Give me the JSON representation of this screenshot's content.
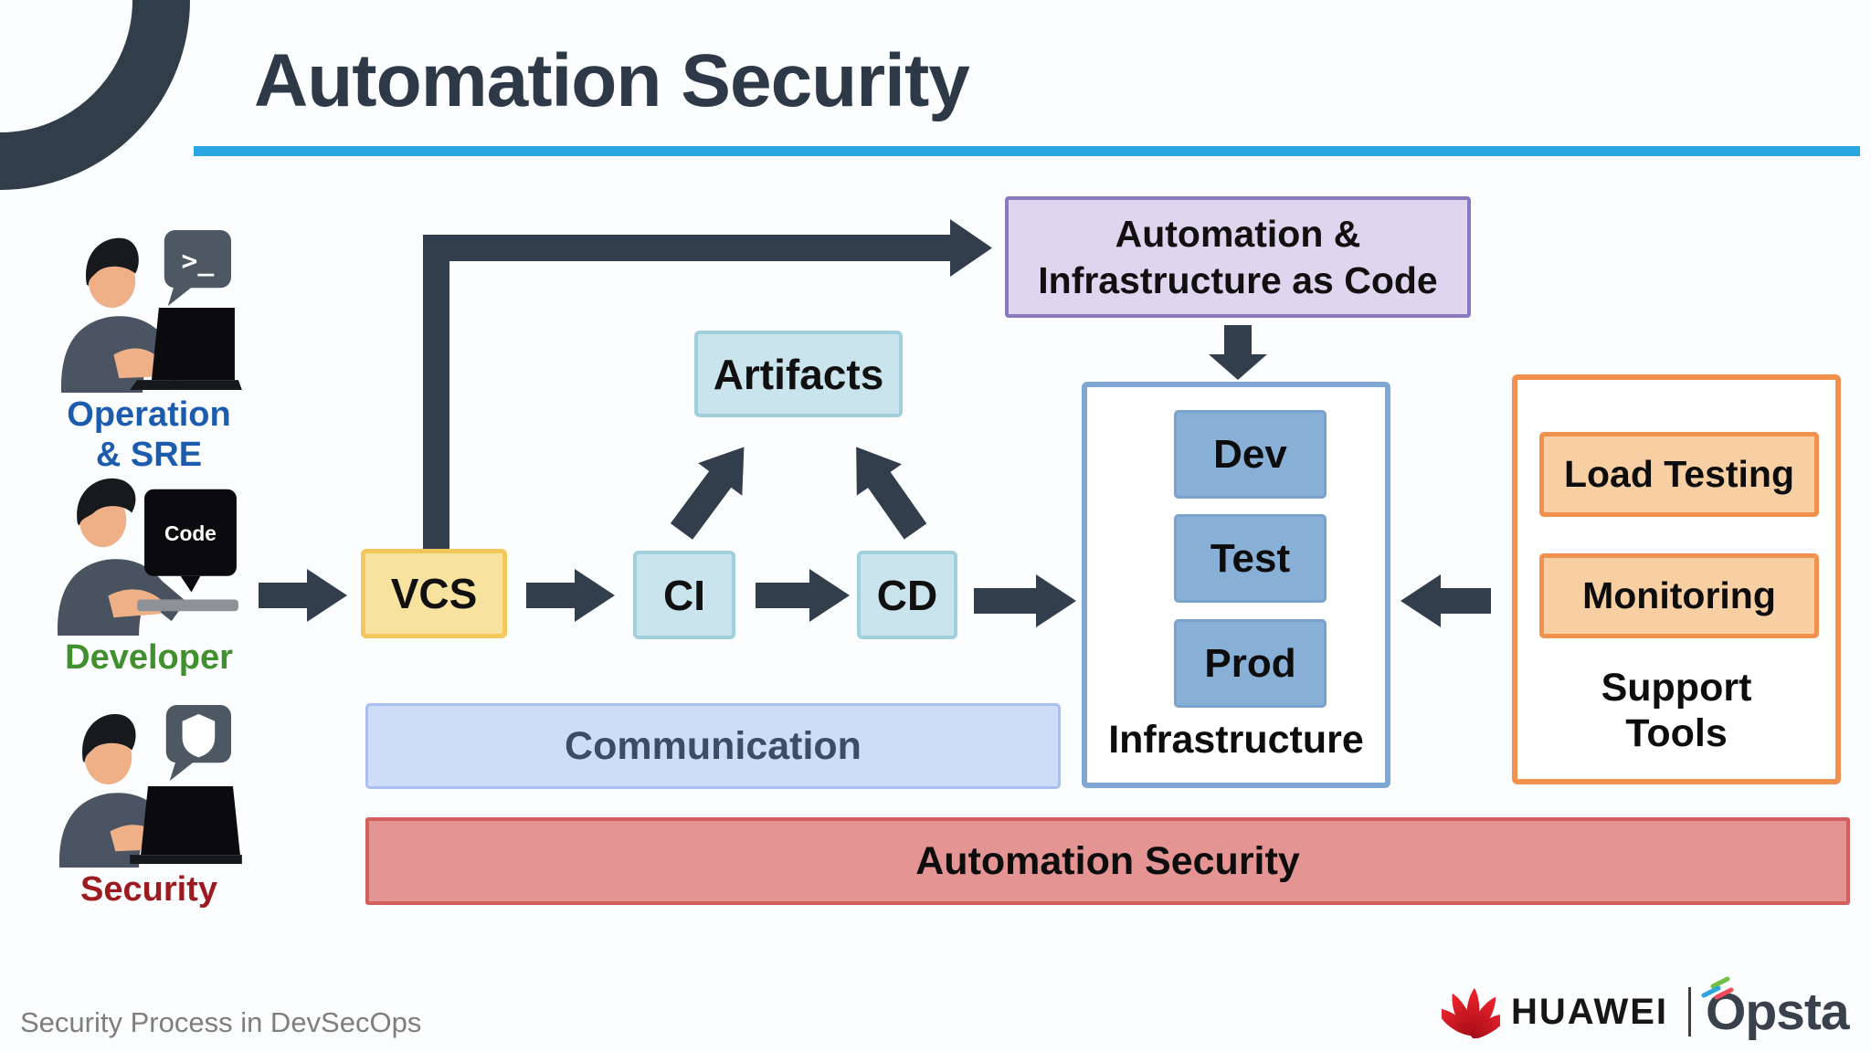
{
  "slide": {
    "title": "Automation Security",
    "footer_caption": "Security Process in DevSecOps",
    "brand": {
      "huawei": "HUAWEI",
      "opsta": "Opsta"
    }
  },
  "personas": [
    {
      "id": "operation-sre",
      "label_lines": [
        "Operation",
        "& SRE"
      ],
      "label_color": "#1c5cae",
      "bubble": "terminal-prompt"
    },
    {
      "id": "developer",
      "label_lines": [
        "Developer"
      ],
      "label_color": "#41902e",
      "monitor_label": "Code"
    },
    {
      "id": "security",
      "label_lines": [
        "Security"
      ],
      "label_color": "#9d1b1f",
      "bubble": "shield"
    }
  ],
  "pipeline": {
    "terminal_glyph": ">_",
    "vcs": "VCS",
    "ci": "CI",
    "cd": "CD",
    "artifacts": "Artifacts",
    "iac_lines": [
      "Automation &",
      "Infrastructure as Code"
    ],
    "infrastructure": {
      "label": "Infrastructure",
      "environments": [
        "Dev",
        "Test",
        "Prod"
      ]
    },
    "support_tools": {
      "label_lines": [
        "Support",
        "Tools"
      ],
      "items": [
        "Load Testing",
        "Monitoring"
      ]
    },
    "communication": "Communication",
    "automation_security": "Automation Security"
  },
  "colors": {
    "title_text": "#2e3947",
    "title_underline": "#28a7e2",
    "arrow": "#333e4c",
    "vcs_fill": "#f8e2a0",
    "vcs_border": "#f3c75b",
    "cicd_fill": "#c9e4ec",
    "cicd_border": "#a2cfdc",
    "iac_fill": "#ded5ee",
    "iac_border": "#8a78c0",
    "env_fill": "#88afd6",
    "infrastructure_border": "#7ea7d3",
    "support_border": "#f0914e",
    "support_item_fill": "#f8cfa2",
    "communication_fill": "#cdddf7",
    "communication_text": "#3b4c66",
    "automation_security_fill": "#e59494",
    "automation_security_border": "#d45f5f",
    "persona_operation_label": "#1c5cae",
    "persona_developer_label": "#41902e",
    "persona_security_label": "#9d1b1f"
  }
}
